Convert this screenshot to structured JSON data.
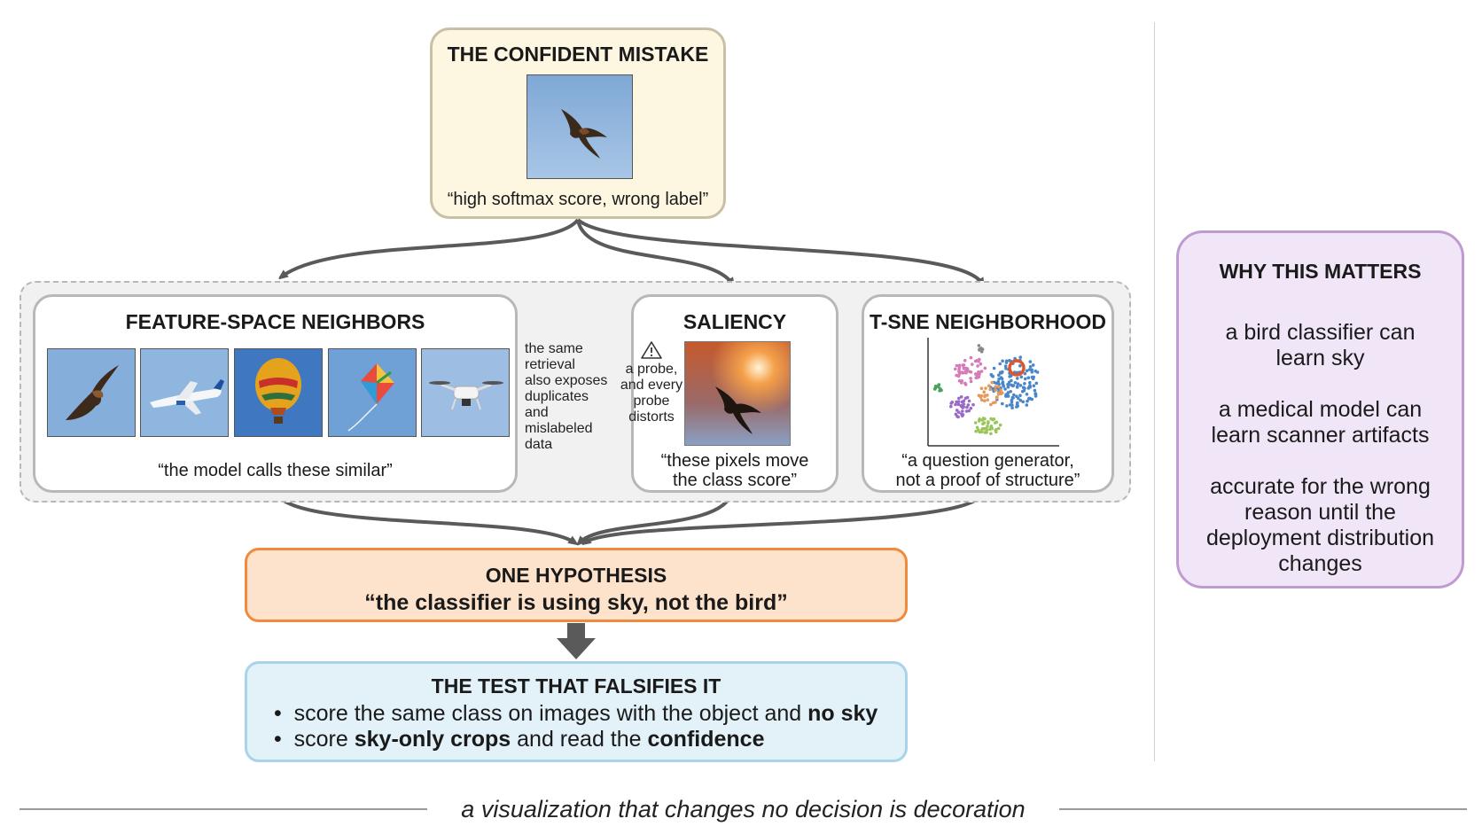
{
  "mistake": {
    "title": "THE CONFIDENT MISTAKE",
    "caption": "“high softmax score, wrong label”"
  },
  "neighbors": {
    "title": "FEATURE-SPACE NEIGHBORS",
    "caption": "“the model calls these similar”",
    "images": [
      "bird-image",
      "airplane-image",
      "hot-air-balloon-image",
      "kite-image",
      "drone-image"
    ],
    "side_note": [
      "the same",
      "retrieval",
      "also exposes",
      "duplicates",
      "and",
      "mislabeled",
      "data"
    ]
  },
  "saliency": {
    "title": "SALIENCY",
    "warning_note": [
      "a probe,",
      "and every",
      "probe",
      "distorts"
    ],
    "caption": [
      "“these pixels move",
      "the class score”"
    ]
  },
  "tsne": {
    "title": "T-SNE NEIGHBORHOOD",
    "caption": [
      "“a question generator,",
      "not a proof of structure”"
    ]
  },
  "hypothesis": {
    "title": "ONE HYPOTHESIS",
    "quote": "“the classifier is using sky, not the bird”"
  },
  "test": {
    "title": "THE TEST THAT FALSIFIES IT",
    "bullet1_pre": "score the same class on images with the object and ",
    "bullet1_bold": "no sky",
    "bullet2_pre": "score ",
    "bullet2_bold1": "sky-only crops",
    "bullet2_mid": " and read the ",
    "bullet2_bold2": "confidence"
  },
  "why": {
    "title": "WHY THIS MATTERS",
    "para1": [
      "a bird classifier can",
      "learn sky"
    ],
    "para2": [
      "a medical model can",
      "learn scanner artifacts"
    ],
    "para3": [
      "accurate for the wrong",
      "reason until the",
      "deployment distribution",
      "changes"
    ]
  },
  "footer": "a visualization that changes no decision is decoration",
  "colors": {
    "mistake_fill": "#fdf6e1",
    "mistake_border": "#cbbfa3",
    "hypothesis_fill": "#fde3cc",
    "hypothesis_border": "#f08a3c",
    "test_fill": "#e3f1f9",
    "test_border": "#a9d3ea",
    "why_fill": "#f1e6f7",
    "why_border": "#bf9bd1",
    "sky": "#6f9fd2"
  }
}
